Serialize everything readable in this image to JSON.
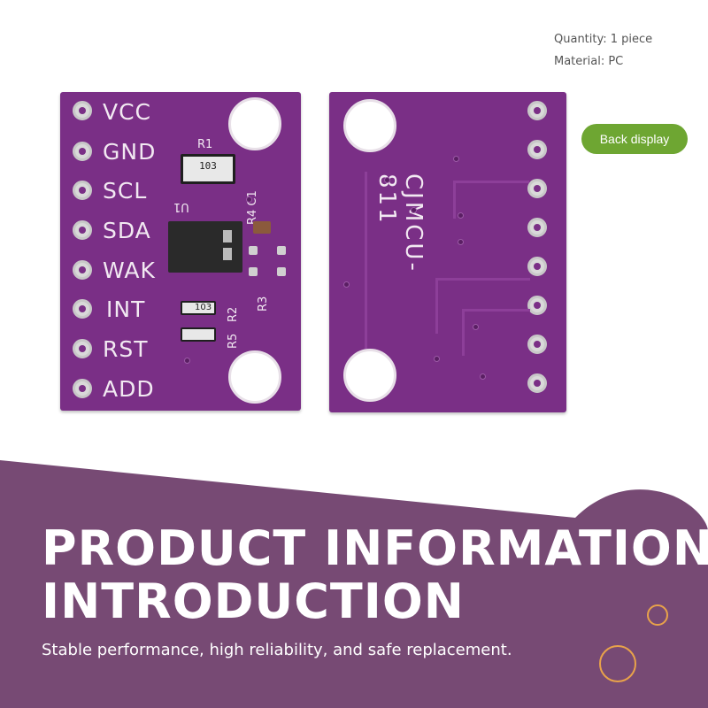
{
  "specs": {
    "quantity": "Quantity: 1 piece",
    "material": "Material: PC"
  },
  "back_display_button": "Back display",
  "front_board": {
    "pins": [
      "VCC",
      "GND",
      "SCL",
      "SDA",
      "WAK",
      "INT",
      "RST",
      "ADD"
    ],
    "labels": {
      "r1": "R1",
      "r1_value": "103",
      "r4c1": "R4 C1",
      "u1": "U1",
      "r3": "R3",
      "r2": "R2",
      "r5": "R5",
      "r2_value": "103"
    }
  },
  "back_board": {
    "label": "CJMCU-811"
  },
  "banner": {
    "title_line1": "PRODUCT INFORMATION",
    "title_line2": "INTRODUCTION",
    "subtitle": "Stable performance, high reliability, and safe replacement."
  },
  "colors": {
    "banner": "#774a74",
    "pcb": "#7a2f86",
    "accent_button": "#6ea632",
    "ring": "#e8a24a"
  }
}
